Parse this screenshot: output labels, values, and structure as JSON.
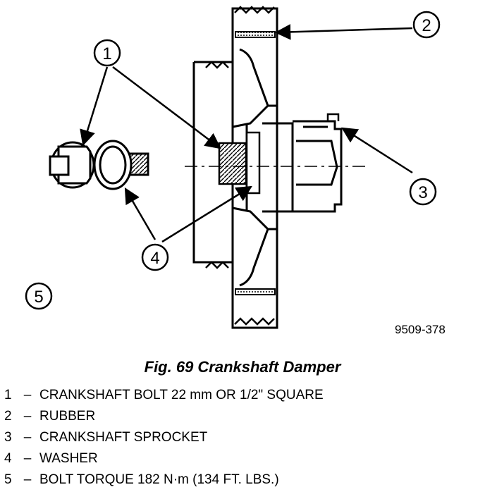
{
  "callouts": [
    "1",
    "2",
    "3",
    "4",
    "5"
  ],
  "drawing_number": "9509-378",
  "caption": "Fig. 69 Crankshaft Damper",
  "legend": [
    {
      "num": "1",
      "dash": "–",
      "text": "CRANKSHAFT BOLT 22 mm OR 1/2\" SQUARE"
    },
    {
      "num": "2",
      "dash": "–",
      "text": "RUBBER"
    },
    {
      "num": "3",
      "dash": "–",
      "text": "CRANKSHAFT SPROCKET"
    },
    {
      "num": "4",
      "dash": "–",
      "text": "WASHER"
    },
    {
      "num": "5",
      "dash": "–",
      "text": "BOLT TORQUE 182 N·m (134 FT. LBS.)"
    }
  ]
}
